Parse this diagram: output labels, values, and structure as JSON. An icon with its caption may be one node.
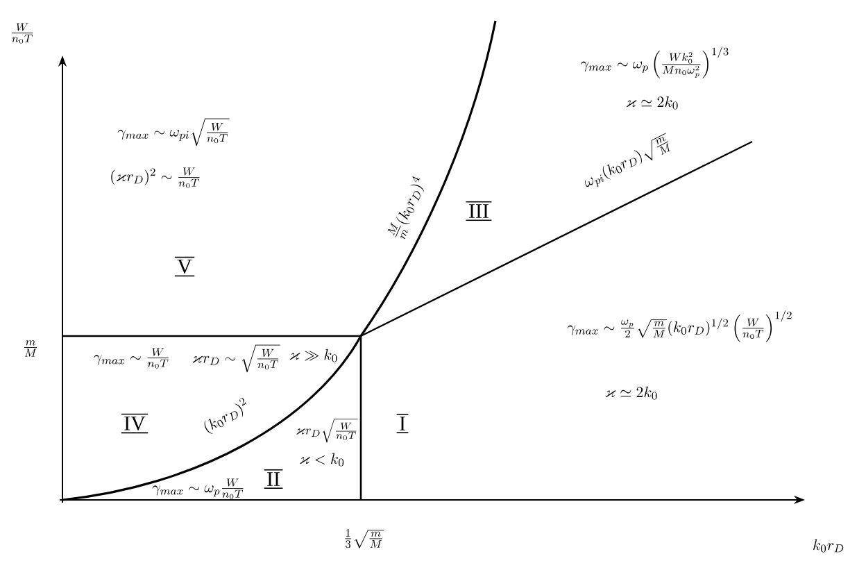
{
  "diagram": {
    "labels": [
      "\\frac{W}{n_0 T}",
      "\\gamma_{max} \\sim \\omega_{pi}\\sqrt{\\frac{W}{n_0 T}}",
      "(\\varkappa r_D)^2 \\sim \\frac{W}{n_0 T}",
      "\\gamma_{max} \\sim \\omega_p \\left(\\frac{W k_0^2}{M n_0 \\omega_p^2}\\right)^{1/3}",
      "\\varkappa \\simeq 2k_0",
      "\\frac{M}{m}(k_0 r_D)^4",
      "III",
      "\\omega_{pi}(k_0 r_D)\\sqrt{\\frac{m}{M}}",
      "V",
      "\\frac{m}{M}",
      "\\gamma_{max} \\sim \\frac{\\omega_p}{2}\\sqrt{\\frac{m}{M}}(k_0 r_D)^{1/2}\\left(\\frac{W}{n_0 T}\\right)^{1/2}",
      "\\varkappa \\simeq 2k_0",
      "\\gamma_{max} \\sim \\frac{W}{n_0 T}",
      "\\varkappa r_D \\sim \\sqrt{\\frac{W}{n_0 T}}",
      "\\varkappa \\gg k_0",
      "IV",
      "(k_0 r_D)^2",
      "\\varkappa r_D \\sqrt{\\frac{W}{n_0 T}}",
      "\\varkappa < k_0",
      "I",
      "\\gamma_{max} \\sim \\omega_p \\frac{W}{n_0 T}",
      "II",
      "\\frac{1}{3}\\sqrt{\\frac{m}{M}}",
      "k_0 r_D"
    ]
  }
}
